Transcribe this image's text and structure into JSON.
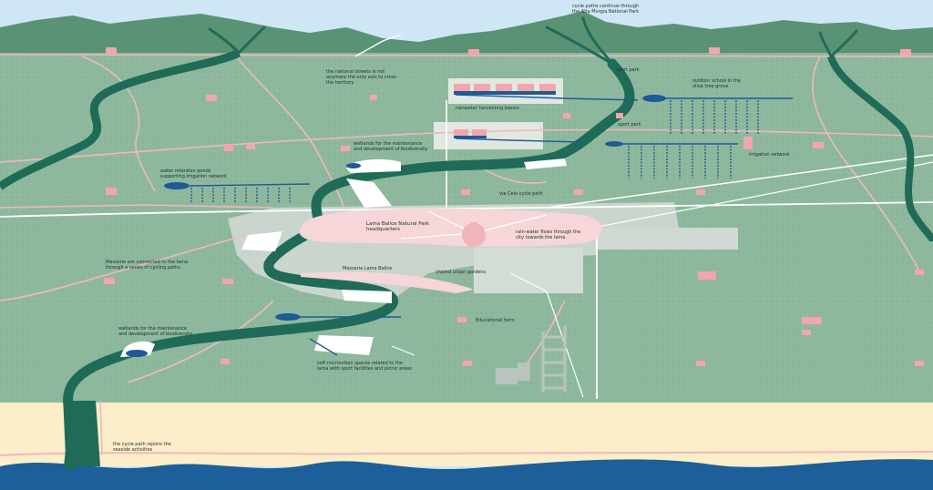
{
  "colors": {
    "sky": "#cfe6f5",
    "mountains": "#5a9276",
    "land": "#8eb89e",
    "river": "#1f6b58",
    "paths": "#f0b8bc",
    "buildings": "#f3a5ad",
    "beach": "#fbeec9",
    "sea": "#1c5f9a",
    "water_tanks": "#1f5a96",
    "park": "#f6d6d8",
    "urban_grey": "#cfd8d2"
  },
  "labels": {
    "cycle_paths_park": "cycle paths continue through\nthe Alta Murgia National Park",
    "national_streets": "the national streets is not\nanymore the only axis to cross\nthe territory",
    "sport_park_1": "sport park",
    "outdoor_school": "outdoor school in the\nolive tree grove",
    "rainwater_basins": "rainwater harvesting basins",
    "sport_park_2": "sport park",
    "wetlands_top": "wetlands for the maintenance\nand development of biodiversity",
    "irrigation_network": "irrigation network",
    "retention_ponds": "water retention ponds\nsupporting irrigation network",
    "via_cela": "via Cela cycle path",
    "lama_balice_hq": "Lama Balice Natural Park\nheadquarters",
    "rainwater_flows": "rain-water flows through the\ncity towards the lama",
    "masseria_lama_balice": "Masseria Lama Balice",
    "masserie_connected": "Masserie are connected to the lama\nthrough a series of cycling paths",
    "shared_gardens": "shared urban gardens",
    "educational_farm": "Educational farm",
    "wetlands_bottom": "wetlands for the maintenance\nand development of biodiversity",
    "soft_microurban": "soft microurban spaces related to the\nlama with sport facilities and picnic areas",
    "cycle_rejoins": "the cycle path rejoins the\nseaside activities"
  }
}
